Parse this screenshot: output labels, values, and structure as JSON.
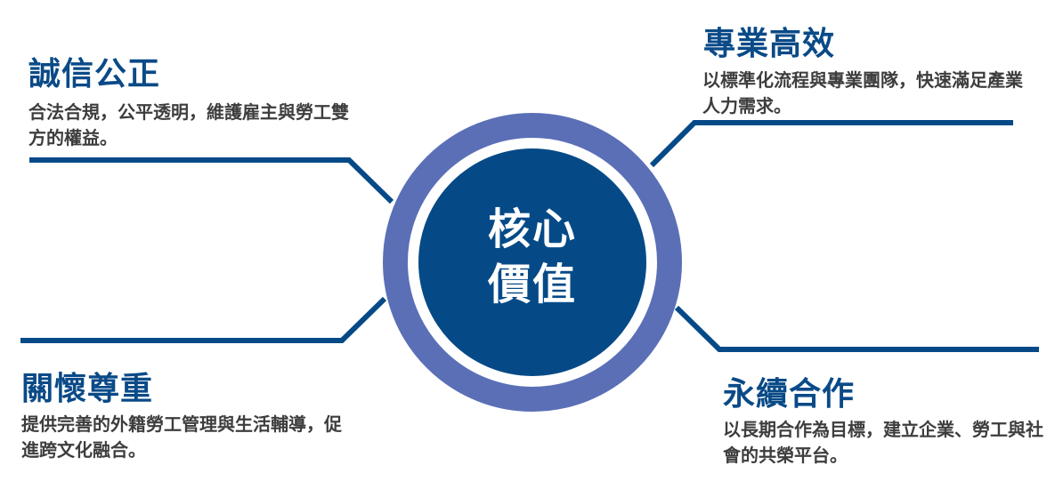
{
  "center": {
    "line1": "核心",
    "line2": "價值"
  },
  "values": [
    {
      "title": "誠信公正",
      "description": "合法合規，公平透明，維護雇主與勞工雙方的權益。"
    },
    {
      "title": "專業高效",
      "description": "以標準化流程與專業團隊，快速滿足產業人力需求。"
    },
    {
      "title": "關懷尊重",
      "description": "提供完善的外籍勞工管理與生活輔導，促進跨文化融合。"
    },
    {
      "title": "永續合作",
      "description": "以長期合作為目標，建立企業、勞工與社會的共榮平台。"
    }
  ],
  "colors": {
    "primary": "#054a87",
    "ring": "#5a6fb6",
    "text": "#3d3d3d"
  }
}
